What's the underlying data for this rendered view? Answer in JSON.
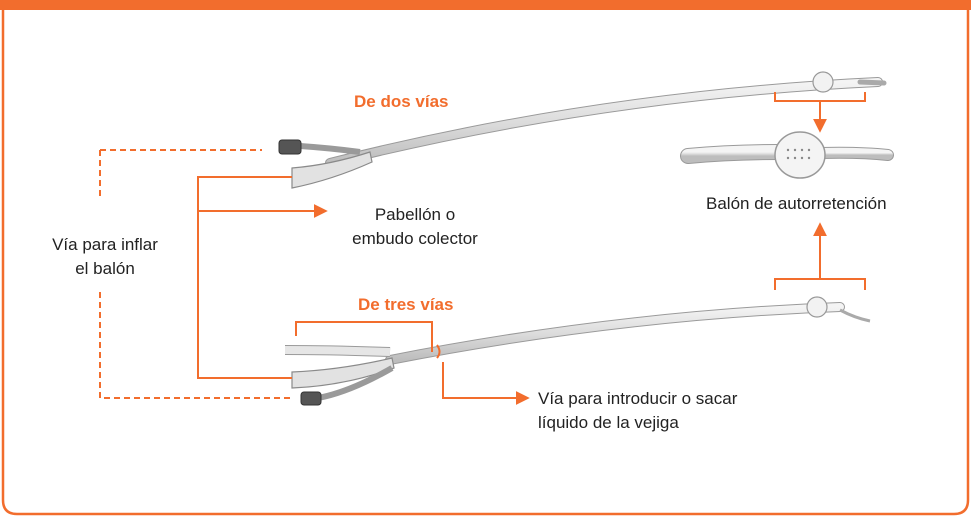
{
  "diagram": {
    "accent_color": "#f26d2d",
    "labels": {
      "two_way": "De dos vías",
      "three_way": "De tres vías",
      "inflate_line1": "Vía para inflar",
      "inflate_line2": "el balón",
      "funnel_line1": "Pabellón o",
      "funnel_line2": "embudo colector",
      "balloon": "Balón de autorretención",
      "irrigation_line1": "Vía para introducir o sacar",
      "irrigation_line2": "líquido de la vejiga"
    }
  }
}
